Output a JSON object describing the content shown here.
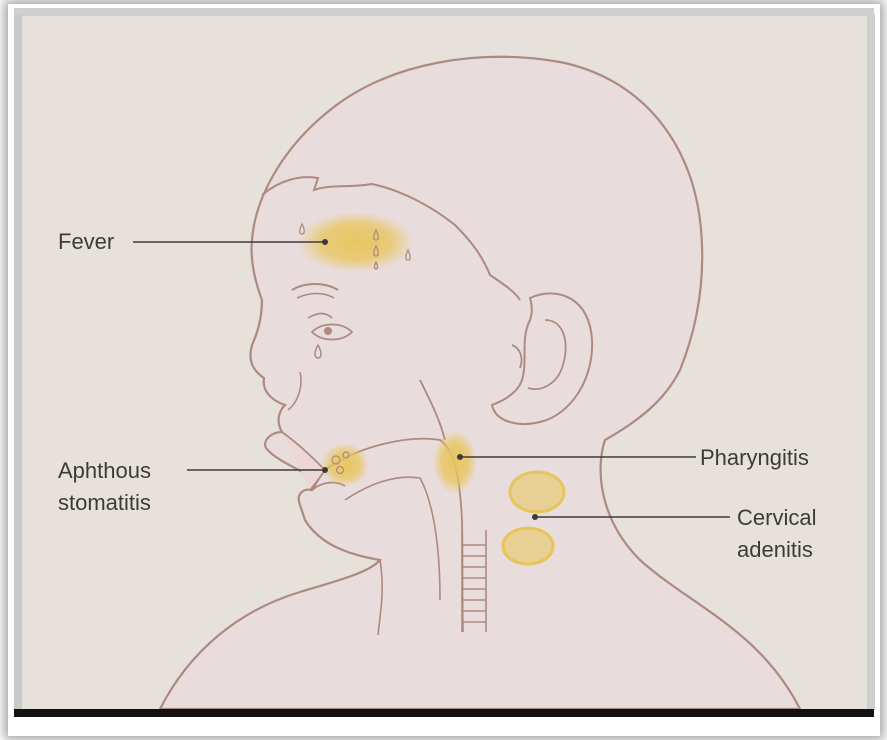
{
  "labels": {
    "fever": "Fever",
    "aphthous_line1": "Aphthous",
    "aphthous_line2": "stomatitis",
    "pharyngitis": "Pharyngitis",
    "cervical_line1": "Cervical",
    "cervical_line2": "adenitis"
  },
  "colors": {
    "background": "#e7e1db",
    "skin": "#e8dcdc",
    "outline": "#ad8a80",
    "highlight": "#e8c55a",
    "leader_line": "#3d3a3a"
  }
}
